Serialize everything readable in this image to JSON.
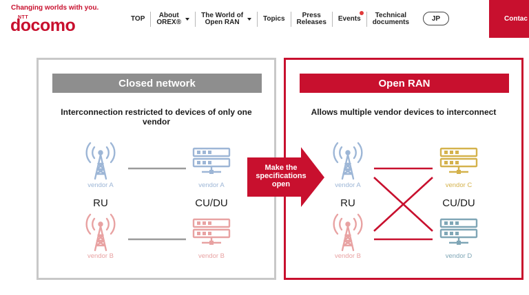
{
  "header": {
    "tagline": "Changing worlds with you.",
    "brand_prefix": "NTT",
    "brand": "docomo",
    "nav": [
      {
        "label": "TOP"
      },
      {
        "label": "About\nOREX®",
        "dropdown": true
      },
      {
        "label": "The World of\nOpen RAN",
        "dropdown": true
      },
      {
        "label": "Topics"
      },
      {
        "label": "Press\nReleases"
      },
      {
        "label": "Events",
        "notification": true
      },
      {
        "label": "Technical\ndocuments"
      }
    ],
    "language": "JP",
    "contact": "Contac"
  },
  "closed": {
    "title": "Closed network",
    "description": "Interconnection restricted to devices of only one vendor",
    "ru_a": "vendor A",
    "ru_b": "vendor B",
    "cu_a": "vendor A",
    "cu_b": "vendor B",
    "ru_label": "RU",
    "cu_label": "CU/DU"
  },
  "arrow": {
    "label": "Make the specifications open"
  },
  "open": {
    "title": "Open RAN",
    "description": "Allows multiple vendor devices to interconnect",
    "ru_a": "vendor A",
    "ru_b": "vendor B",
    "cu_c": "vendor C",
    "cu_d": "vendor D",
    "ru_label": "RU",
    "cu_label": "CU/DU"
  },
  "colors": {
    "brand_red": "#c8102e",
    "closed_gray": "#8e8e8e",
    "vendor_a_blue": "#9db6d6",
    "vendor_b_pink": "#e8a2a2",
    "vendor_c_gold": "#d4b24c",
    "vendor_d_teal": "#7fa6b6"
  }
}
